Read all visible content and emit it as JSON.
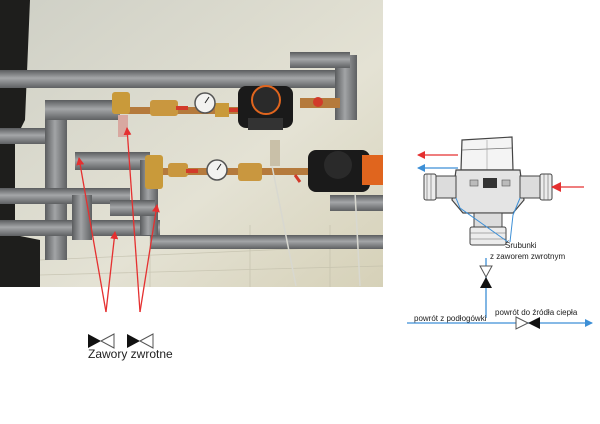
{
  "labels": {
    "check_valves": "Zawory zwrotne",
    "unions_line1": "Śrubunki",
    "unions_line2": "z zaworem zwrotnym",
    "return_from_floor": "powrót z podłogówki",
    "return_to_source": "powrót do źródła ciepła"
  },
  "colors": {
    "red_arrow": "#e53030",
    "blue_line": "#3d8fd6",
    "valve_black": "#111111",
    "tile_wall": "#d8d4c2",
    "dark_wall": "#1e1e1c",
    "pipe_grey": "#7c7e80",
    "pump_black": "#1a1a1a",
    "pump_orange": "#e0651e",
    "brass": "#c99a3a"
  },
  "icons": [
    "check-valve-icon",
    "temperature-gauge-icon",
    "pump-icon",
    "thermostatic-mixing-valve-icon"
  ]
}
